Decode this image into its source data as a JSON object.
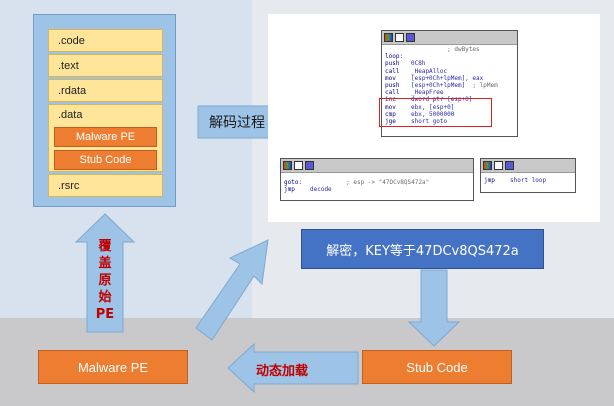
{
  "pe_sections": [
    ".code",
    ".text",
    ".rdata",
    ".data",
    ".rsrc"
  ],
  "data_children": [
    "Malware PE",
    "Stub Code"
  ],
  "decode_label": "解码过程",
  "decrypt_label": "解密，KEY等于47DCv8QS472a",
  "overwrite_label": [
    "覆",
    "盖",
    "原",
    "始",
    "PE"
  ],
  "bottom_left_box": "Malware PE",
  "dynamic_load_label": "动态加载",
  "bottom_right_box": "Stub Code",
  "ida": {
    "main_block": [
      {
        "m": "",
        "o": "",
        "c": "; dwBytes"
      },
      {
        "m": "loop:",
        "o": "",
        "c": ""
      },
      {
        "m": "push",
        "o": "0C8h",
        "c": ""
      },
      {
        "m": "call",
        "o": "_HeapAlloc",
        "c": ""
      },
      {
        "m": "mov",
        "o": "[esp+0Ch+lpMem], eax",
        "c": ""
      },
      {
        "m": "push",
        "o": "[esp+0Ch+lpMem]",
        "c": "; lpMem"
      },
      {
        "m": "call",
        "o": "_HeapFree",
        "c": ""
      },
      {
        "m": "inc",
        "o": "dword ptr [esp+0]",
        "c": ""
      },
      {
        "m": "mov",
        "o": "ebx, [esp+0]",
        "c": ""
      },
      {
        "m": "cmp",
        "o": "ebx, 5000000",
        "c": ""
      },
      {
        "m": "jge",
        "o": "short goto",
        "c": ""
      }
    ],
    "left_block": [
      {
        "m": "goto:",
        "o": "",
        "c": "; esp -> \"47DCv8QS472a\""
      },
      {
        "m": "jmp",
        "o": "decode",
        "c": ""
      }
    ],
    "right_block": [
      {
        "m": "jmp",
        "o": "short loop",
        "c": ""
      }
    ]
  },
  "colors": {
    "blue_box": "#4472c4",
    "orange_box": "#ed7d31",
    "yellow_section": "#ffe59a",
    "light_arrow": "#9dc3e6",
    "highlight": "#e02020"
  }
}
